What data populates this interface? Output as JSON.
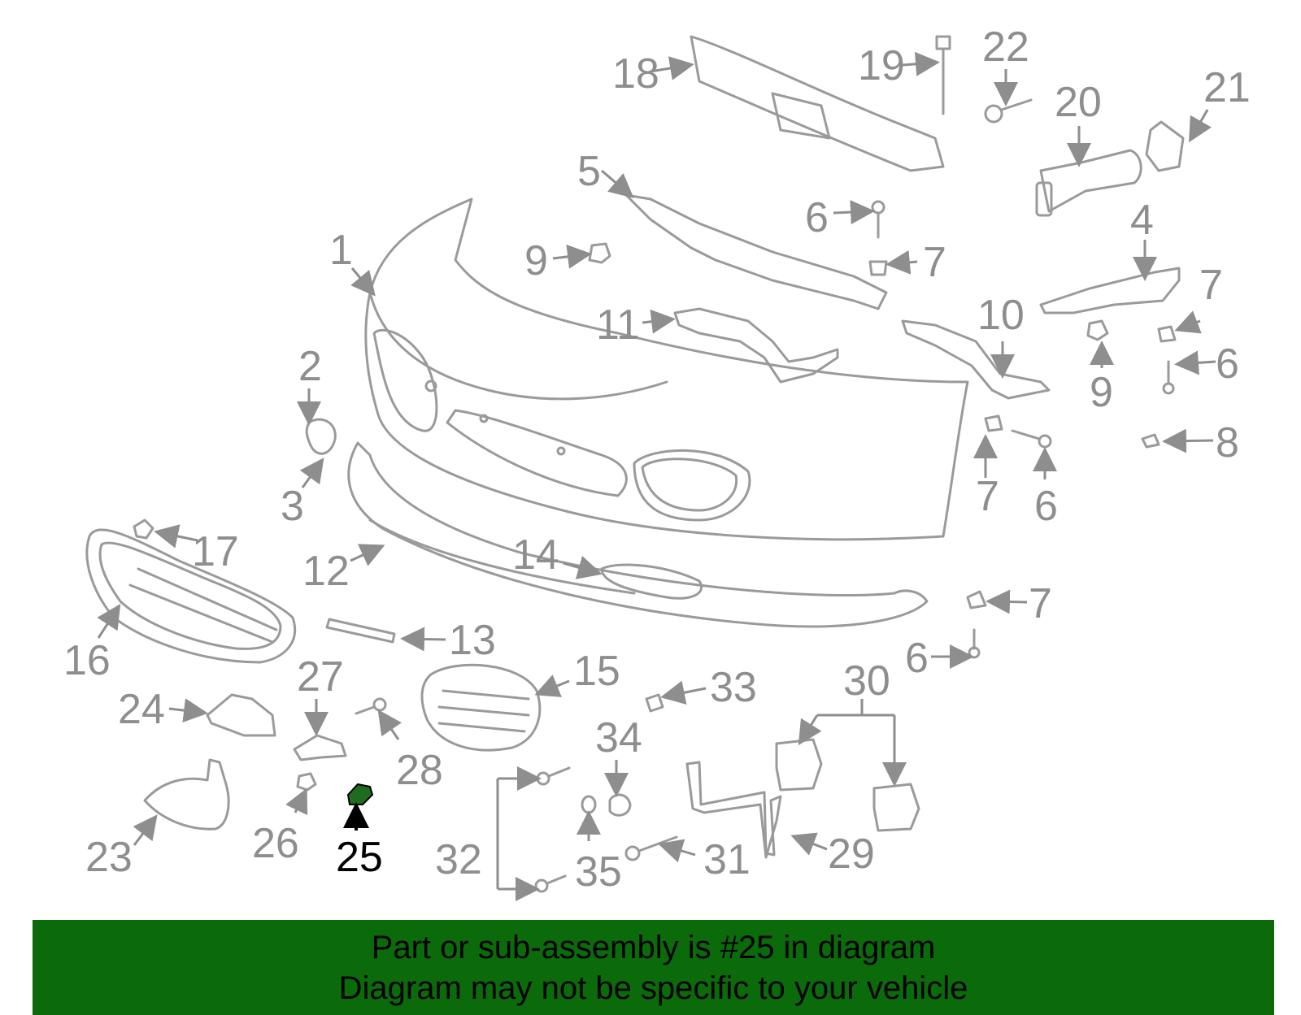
{
  "labels": {
    "l1": "1",
    "l2": "2",
    "l3": "3",
    "l4": "4",
    "l5": "5",
    "l6a": "6",
    "l6b": "6",
    "l6c": "6",
    "l6d": "6",
    "l7a": "7",
    "l7b": "7",
    "l7c": "7",
    "l7d": "7",
    "l8": "8",
    "l9a": "9",
    "l9b": "9",
    "l10": "10",
    "l11": "11",
    "l12": "12",
    "l13": "13",
    "l14": "14",
    "l15": "15",
    "l16": "16",
    "l17": "17",
    "l18": "18",
    "l19": "19",
    "l20": "20",
    "l21": "21",
    "l22": "22",
    "l23": "23",
    "l24": "24",
    "l25": "25",
    "l26": "26",
    "l27": "27",
    "l28": "28",
    "l29": "29",
    "l30": "30",
    "l31": "31",
    "l32": "32",
    "l33": "33",
    "l34": "34",
    "l35": "35"
  },
  "highlighted_part": "25",
  "banner": {
    "line1": "Part or sub-assembly is #25 in diagram",
    "line2": "Diagram may not be specific to your vehicle"
  },
  "colors": {
    "banner_bg": "#0b6b0b",
    "part_lines": "#9a9a9a",
    "highlight": "#000000",
    "highlight_part": "#1f6b1f"
  }
}
